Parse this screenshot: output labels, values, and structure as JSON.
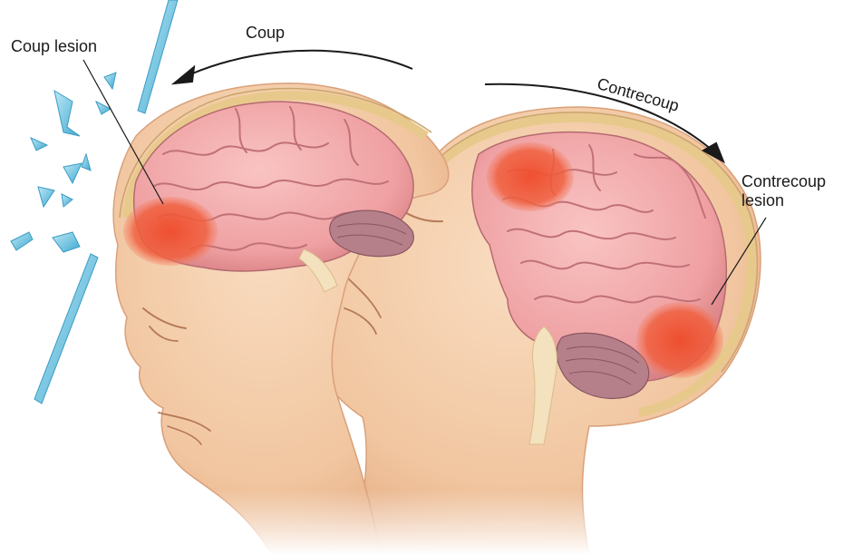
{
  "labels": {
    "coup_lesion": "Coup lesion",
    "coup": "Coup",
    "contrecoup": "Contrecoup",
    "contrecoup_lesion_line1": "Contrecoup",
    "contrecoup_lesion_line2": "lesion"
  },
  "colors": {
    "skin": "#f6d2b0",
    "skin_shadow": "#e9b58e",
    "brain": "#f2a6a6",
    "brain_fold": "#c9767c",
    "lesion": "#ec4a2c",
    "skull": "#f3dcaa",
    "glass": "#7ec8e3"
  }
}
